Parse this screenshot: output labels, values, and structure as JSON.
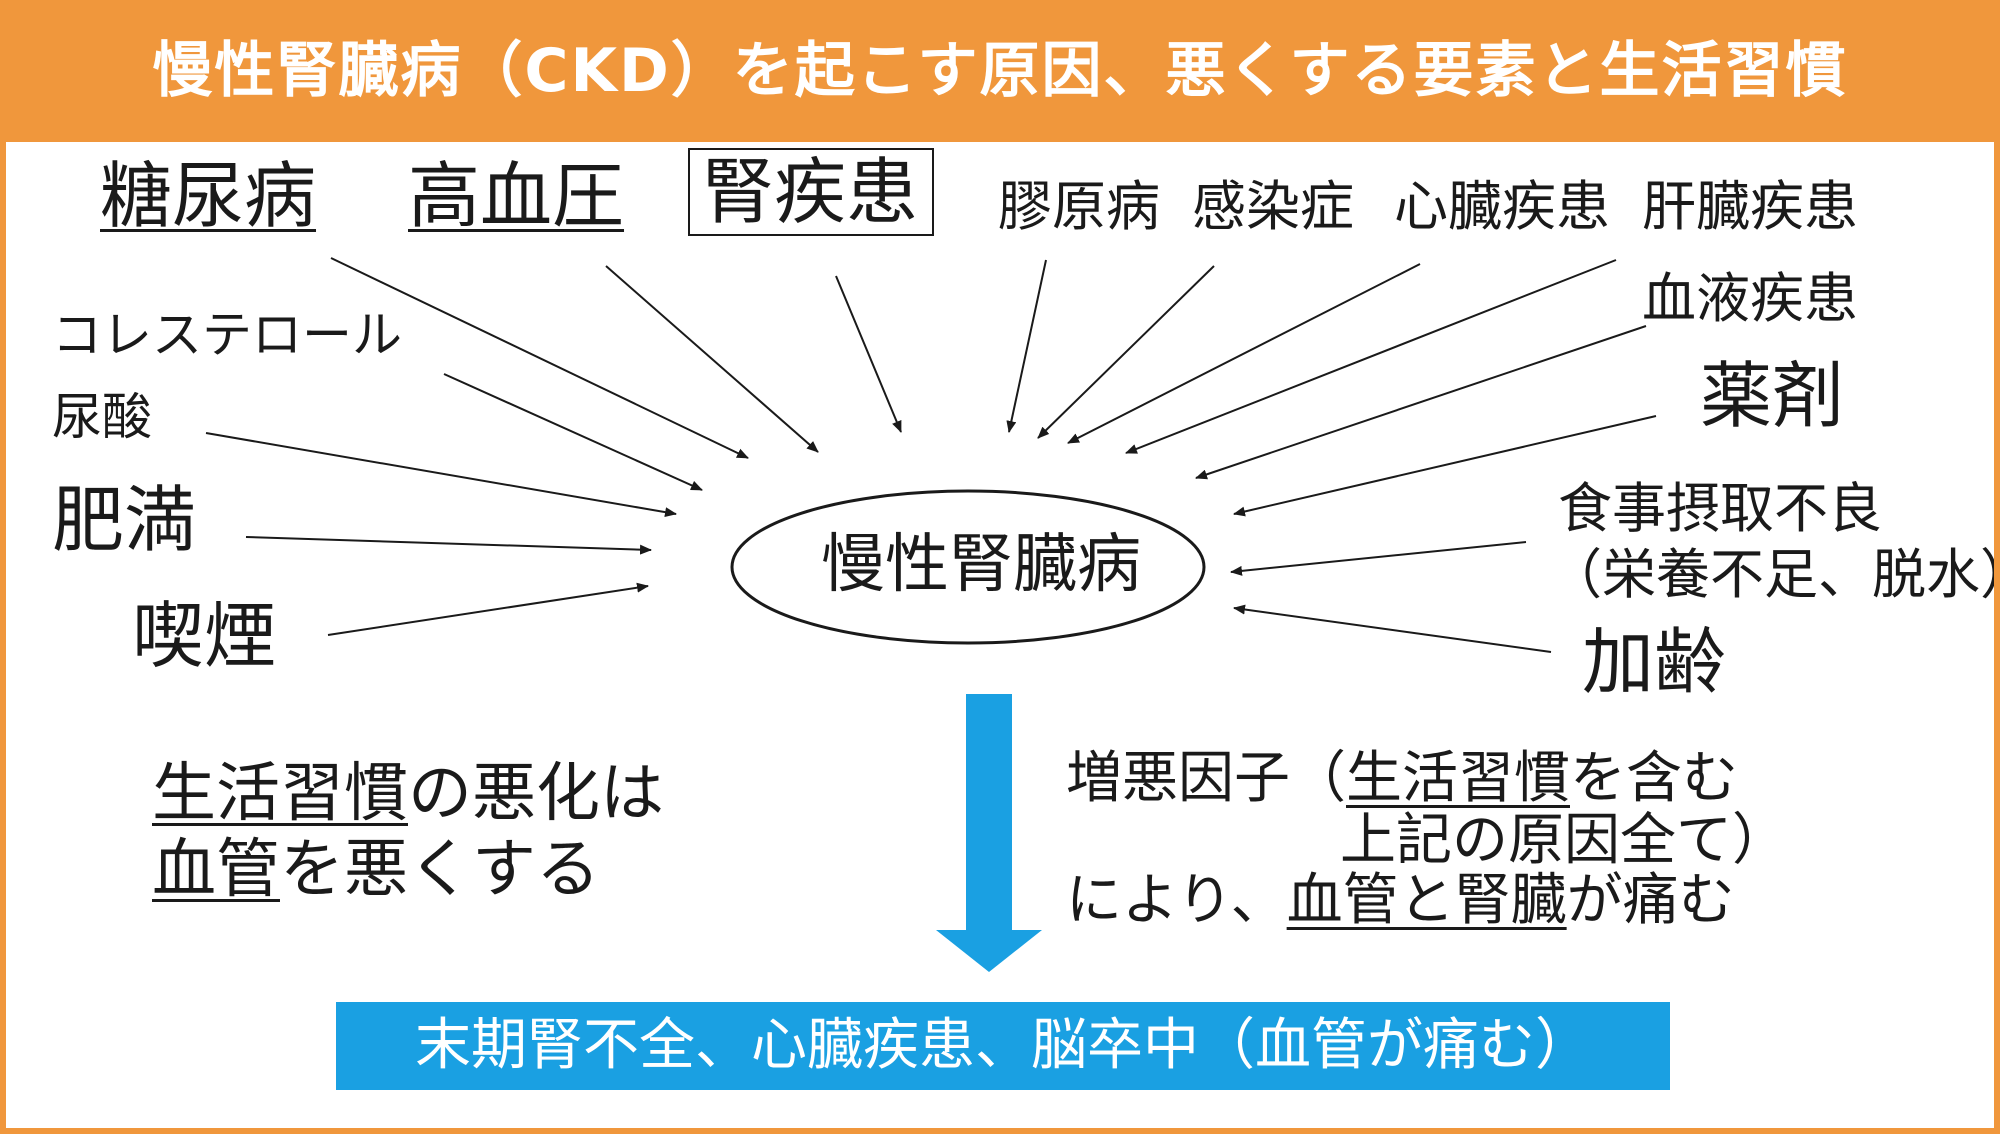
{
  "title": "慢性腎臓病（CKD）を起こす原因、悪くする要素と生活習慣",
  "center": "慢性腎臓病",
  "top_causes": {
    "diabetes": "糖尿病",
    "hypertension": "高血圧",
    "kidney_disease": "腎疾患",
    "collagen": "膠原病",
    "infection": "感染症",
    "heart": "心臓疾患",
    "liver": "肝臓疾患",
    "blood": "血液疾患"
  },
  "left_factors": {
    "cholesterol": "コレステロール",
    "uric_acid": "尿酸",
    "obesity": "肥満",
    "smoking": "喫煙"
  },
  "right_factors": {
    "drugs": "薬剤",
    "diet_line1": "食事摂取不良",
    "diet_line2": "（栄養不足、脱水）",
    "aging": "加齢"
  },
  "lifestyle_note": {
    "l1_a": "生活習慣",
    "l1_b": "の悪化は",
    "l2_a": "血管",
    "l2_b": "を悪くする"
  },
  "aggravation_note": {
    "l1_a": "増悪因子（",
    "l1_b": "生活習慣",
    "l1_c": "を含む",
    "l2": "上記の原因全て）",
    "l3_a": "により、",
    "l3_b": "血管と腎臓",
    "l3_c": "が痛む"
  },
  "outcome": "末期腎不全、心臓疾患、脳卒中（血管が痛む）",
  "colors": {
    "title_bg": "#f0973c",
    "arrow_blue": "#1aa0e2",
    "text": "#1a1a1a"
  }
}
